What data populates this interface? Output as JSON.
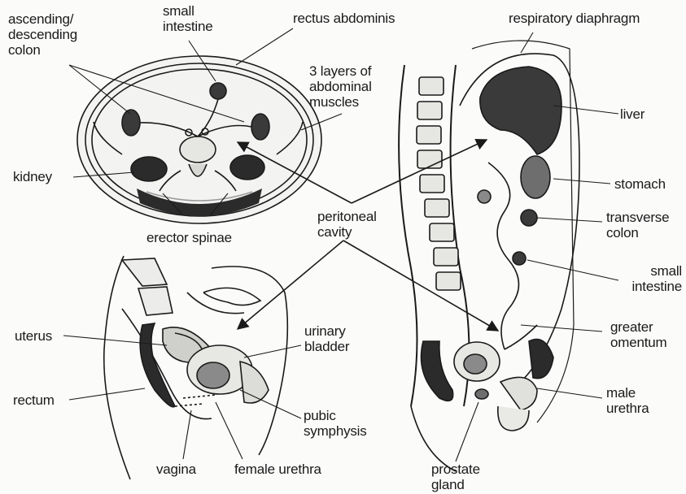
{
  "labels": {
    "ascending_descending_colon": "ascending/\ndescending\ncolon",
    "small_intestine_top": "small\nintestine",
    "rectus_abdominis": "rectus abdominis",
    "respiratory_diaphragm": "respiratory diaphragm",
    "three_layers": "3 layers of\nabdominal\nmuscles",
    "liver": "liver",
    "kidney": "kidney",
    "stomach": "stomach",
    "peritoneal_cavity": "peritoneal\ncavity",
    "transverse_colon": "transverse\ncolon",
    "erector_spinae": "erector spinae",
    "small_intestine_right": "small\nintestine",
    "uterus": "uterus",
    "urinary_bladder": "urinary\nbladder",
    "greater_omentum": "greater\nomentum",
    "rectum": "rectum",
    "pubic_symphysis": "pubic\nsymphysis",
    "male_urethra": "male\nurethra",
    "vagina": "vagina",
    "female_urethra": "female urethra",
    "prostate_gland": "prostate\ngland"
  },
  "colors": {
    "ink": "#1a1a1a",
    "dark_tissue": "#2b2b2b",
    "mid_tissue": "#6e6e6e",
    "light_tissue": "#d9d9d6",
    "paper": "#fbfbfa"
  }
}
